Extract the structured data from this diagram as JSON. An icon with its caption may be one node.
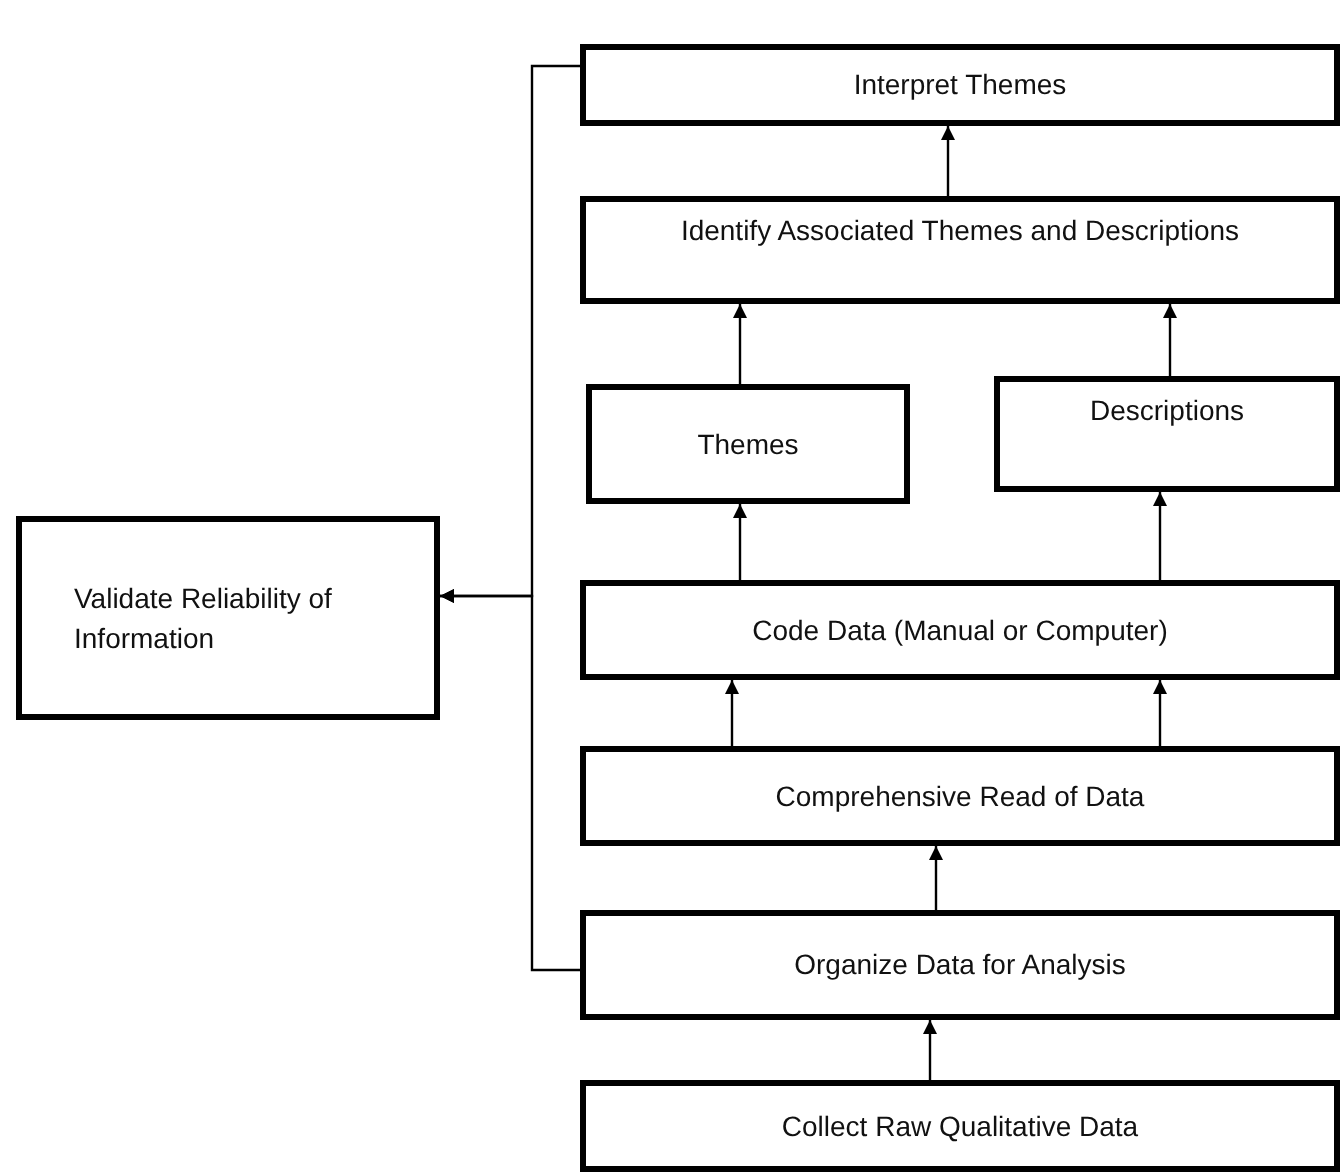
{
  "diagram": {
    "nodes": [
      {
        "text": [
          "Interpret Themes"
        ]
      },
      {
        "text": [
          "Identify Associated Themes and Descriptions"
        ]
      },
      {
        "text": [
          "Themes"
        ]
      },
      {
        "text": [
          "Descriptions"
        ]
      },
      {
        "text": [
          "Validate Reliability of Information"
        ]
      },
      {
        "text": [
          "Code Data (Manual or Computer)"
        ]
      },
      {
        "text": [
          "Comprehensive Read of Data"
        ]
      },
      {
        "text": [
          "Organize Data for Analysis"
        ]
      },
      {
        "text": [
          "Collect Raw Qualitative Data"
        ]
      }
    ],
    "edges": [
      {
        "from": 1,
        "to": 0,
        "arrow": "to"
      },
      {
        "from": 2,
        "to": 1,
        "arrow": "to"
      },
      {
        "from": 3,
        "to": 1,
        "arrow": "to"
      },
      {
        "from": 5,
        "to": 2,
        "arrow": "to"
      },
      {
        "from": 5,
        "to": 3,
        "arrow": "to"
      },
      {
        "from": 6,
        "to": 5,
        "arrow": "to"
      },
      {
        "from": 6,
        "to": 5,
        "arrow": "to"
      },
      {
        "from": 7,
        "to": 6,
        "arrow": "to"
      },
      {
        "from": 8,
        "to": 7,
        "arrow": "to"
      },
      {
        "from": 0,
        "to": 4,
        "arrow": "to"
      },
      {
        "from": 7,
        "to": 4,
        "arrow": "to"
      }
    ]
  }
}
